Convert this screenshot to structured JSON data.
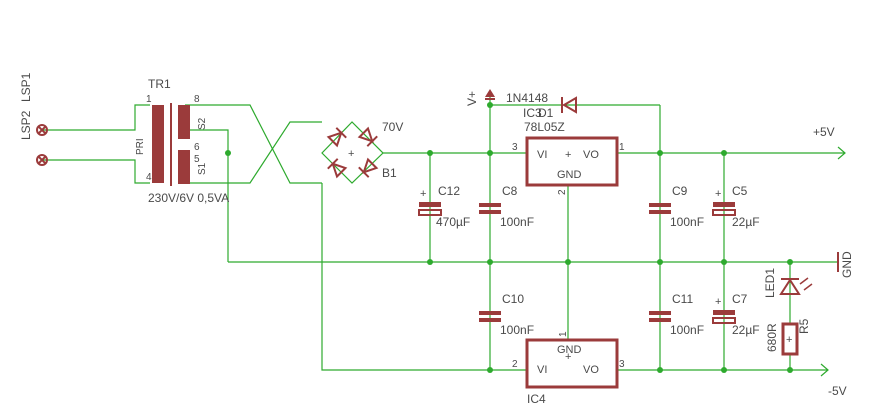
{
  "components": {
    "lsp1": "LSP1",
    "lsp2": "LSP2",
    "tr1": {
      "name": "TR1",
      "pri": "PRI",
      "s1": "S1",
      "s2": "S2",
      "value": "230V/6V 0,5VA",
      "pins": {
        "p1": "1",
        "p4": "4",
        "p8": "8",
        "p6": "6",
        "p5": "5"
      }
    },
    "b1": {
      "name": "B1",
      "value": "70V"
    },
    "c12": {
      "name": "C12",
      "value": "470µF"
    },
    "c8": {
      "name": "C8",
      "value": "100nF"
    },
    "c10": {
      "name": "C10",
      "value": "100nF"
    },
    "c9": {
      "name": "C9",
      "value": "100nF"
    },
    "c11": {
      "name": "C11",
      "value": "100nF"
    },
    "c5": {
      "name": "C5",
      "value": "22µF"
    },
    "c7": {
      "name": "C7",
      "value": "22µF"
    },
    "d1": {
      "name": "D1",
      "value": "1N4148"
    },
    "ic3": {
      "name": "IC3",
      "value": "78L05Z",
      "vi": "VI",
      "vo": "VO",
      "gnd": "GND",
      "pin_in": "3",
      "pin_out": "1",
      "pin_gnd": "2"
    },
    "ic4": {
      "name": "IC4",
      "vi": "VI",
      "vo": "VO",
      "gnd": "GND",
      "pin_in": "2",
      "pin_out": "3",
      "pin_gnd": "1"
    },
    "led1": {
      "name": "LED1"
    },
    "r5": {
      "name": "R5",
      "value": "680R"
    }
  },
  "nets": {
    "vplus": "V+",
    "plus5": "+5V",
    "minus5": "-5V",
    "gnd": "GND"
  },
  "symbols": {
    "plus": "+"
  }
}
